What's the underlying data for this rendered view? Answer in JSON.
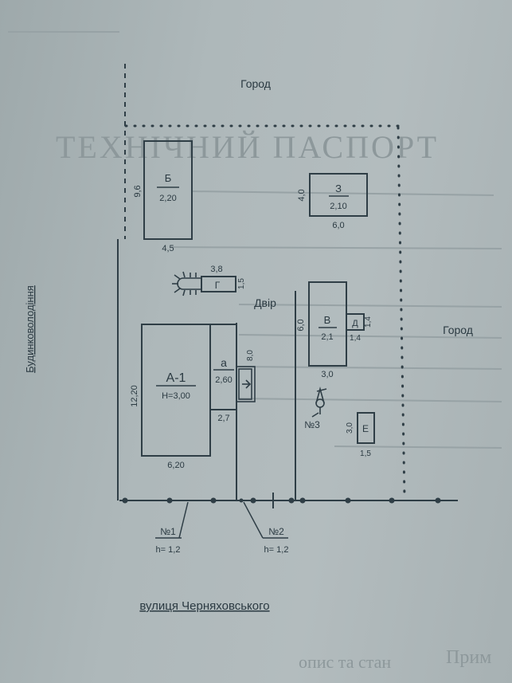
{
  "labels": {
    "garden_top": "Город",
    "garden_right": "Город",
    "yard": "Двір",
    "neighbor": "Будинковолодіння",
    "street": "вулиця  Черняховського"
  },
  "buildings": {
    "A1": {
      "name": "А-1",
      "height": "Н=3,00",
      "width": "6,20",
      "depth": "12,20"
    },
    "a": {
      "name": "а",
      "area": "2,60",
      "width": "2,7",
      "depth": "8,0"
    },
    "B": {
      "name": "Б",
      "area": "2,20",
      "width": "4,5",
      "depth": "9,6"
    },
    "G": {
      "name": "Г",
      "width": "3,8",
      "depth": "1,5"
    },
    "Z": {
      "name": "З",
      "area": "2,10",
      "width": "6,0",
      "depth": "4,0"
    },
    "V": {
      "name": "В",
      "area": "2,1",
      "width": "3,0",
      "depth": "6,0"
    },
    "D": {
      "name": "Д",
      "width": "1,4",
      "depth": "1,4"
    },
    "E": {
      "name": "Е",
      "width": "1,5",
      "depth": "3,0"
    }
  },
  "well": {
    "name": "№3"
  },
  "gates": [
    {
      "name": "№1",
      "height": "h= 1,2"
    },
    {
      "name": "№2",
      "height": "h= 1,2"
    }
  ],
  "background_text": {
    "title": "ТЕХНІЧНИЙ ПАСПОРТ",
    "footer_left": "опис та стан",
    "footer_right": "Прим"
  },
  "colors": {
    "paper": "#aeb8ba",
    "ink": "#2f3e46",
    "ghost": "#8d989b"
  }
}
